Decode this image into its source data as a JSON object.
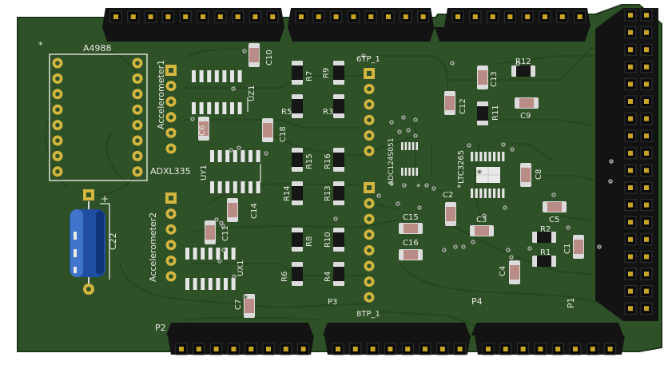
{
  "board": {
    "colors": {
      "board": "#2f5128",
      "board_edge": "#1e3519",
      "trace": "#26461f",
      "silk": "#e9ebe4",
      "header_black": "#121312",
      "pin_gold": "#c8a522",
      "pad_gold": "#d3b640",
      "cap_body": "#b98c86",
      "cap_end": "#dcdcdc",
      "resistor_body": "#161616",
      "chip_pin": "#e6e6e6",
      "electrolytic_blue": "#1f4ea3"
    }
  },
  "labels": {
    "a4988": "A4988",
    "star": "*",
    "accel1": "Accelerometer1",
    "accel2": "Accelerometer2",
    "adxl335": "ADXL335",
    "uz1": "UZ1",
    "uy1": "UY1",
    "ux1": "UX1",
    "c10": "C10",
    "c6": "C6",
    "c18": "C18",
    "c14": "C14",
    "c11": "C11",
    "c7": "C7",
    "c22": "C22",
    "plus": "+",
    "r7": "R7",
    "r9": "R9",
    "r5": "R5",
    "r3": "R3",
    "r15": "R15",
    "r16": "R16",
    "r14": "R14",
    "r13": "R13",
    "r8": "R8",
    "r10": "R10",
    "r6": "R6",
    "r4": "R4",
    "tp6": "6TP_1",
    "tp8": "8TP_1",
    "adc": "ADC124S051",
    "ltc": "LTC3265",
    "c12": "C12",
    "c13": "C13",
    "c9": "C9",
    "c8": "C8",
    "c2": "C2",
    "c3": "C3",
    "c5": "C5",
    "c15": "C15",
    "c16": "C16",
    "c4": "C4",
    "c1": "C1",
    "r12": "R12",
    "r11": "R11",
    "r2": "R2",
    "r1": "R1",
    "p1": "P1",
    "p2": "P2",
    "p3": "P3",
    "p4": "P4"
  }
}
